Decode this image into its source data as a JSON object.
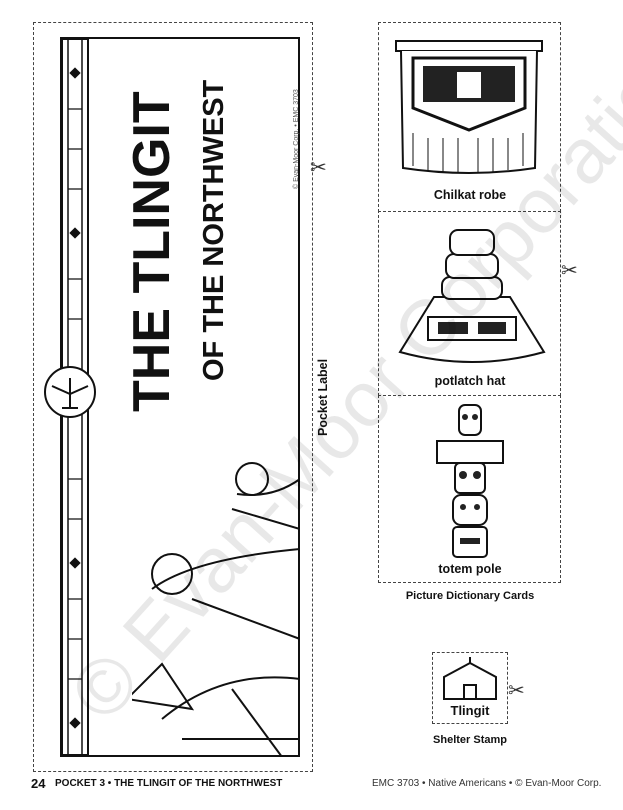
{
  "pocket_label": {
    "title": "THE TLINGIT",
    "subtitle": "OF THE NORTHWEST",
    "copyright": "© Evan-Moor Corp. • EMC 3703",
    "caption": "Pocket Label"
  },
  "picture_dictionary": {
    "cards": [
      {
        "label": "Chilkat robe"
      },
      {
        "label": "potlatch hat"
      },
      {
        "label": "totem pole"
      }
    ],
    "caption": "Picture Dictionary Cards"
  },
  "shelter_stamp": {
    "word": "Tlingit",
    "caption": "Shelter Stamp"
  },
  "footer": {
    "page_number": "24",
    "section": "POCKET 3 • THE TLINGIT OF THE NORTHWEST",
    "credit": "EMC 3703 • Native Americans •  © Evan-Moor Corp."
  },
  "watermark": "© Evan-Moor Corporation."
}
